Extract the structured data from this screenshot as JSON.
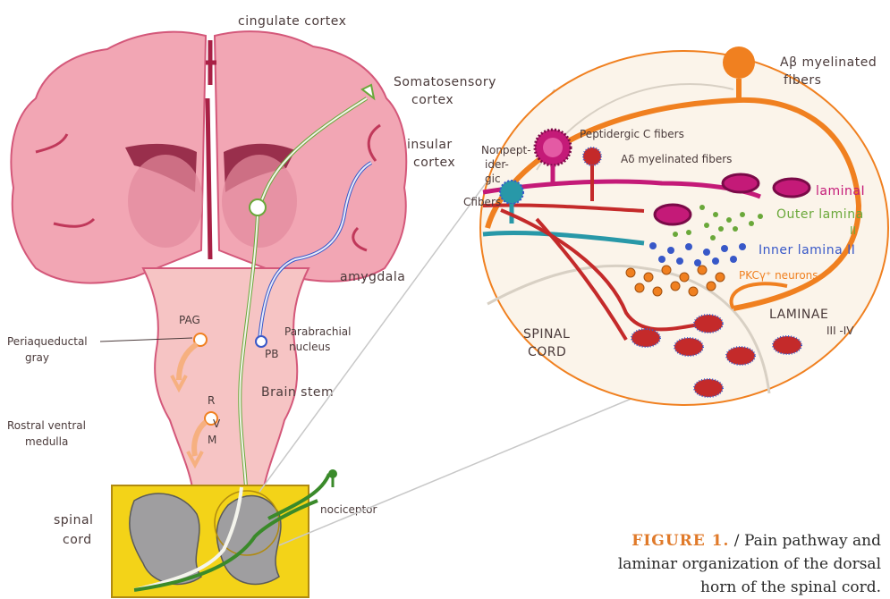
{
  "labels": {
    "cingulate_cortex": "cingulate  cortex",
    "somatosensory_1": "Somatosensory",
    "somatosensory_2": "cortex",
    "insular_1": "insular",
    "insular_2": "cortex",
    "amygdala": "amygdala",
    "pag_abbr": "PAG",
    "periaqueductal_1": "Periaqueductal",
    "periaqueductal_2": "gray",
    "parabrachial_1": "Parabrachial",
    "parabrachial_2": "nucleus",
    "pb_abbr": "PB",
    "brain_stem": "Brain stem",
    "r_label": "R",
    "v_label": "V",
    "m_label": "M",
    "rvm_1": "Rostral ventral",
    "rvm_2": "medulla",
    "spinal_1": "spinal",
    "spinal_2": "cord",
    "nociceptor": "nociceptor"
  },
  "inset": {
    "ab_fibers_1": "Aβ myelinated",
    "ab_fibers_2": "fibers",
    "peptidergic": "Peptidergic  C  fibers",
    "nonpept_1": "Nonpept-",
    "nonpept_2": "ider-",
    "nonpept_3": "gic",
    "ad_fibers": "Aδ  myelinated  fibers",
    "c_fibers": "Cfibers",
    "lamina_i": "laminaI",
    "outer_lamina_1": "Outer lamina",
    "outer_lamina_2": "II",
    "inner_lamina": "Inner lamina II",
    "pkc": "PKCγ⁺ neurons",
    "laminae_1": "LAMINAE",
    "laminae_2": "III -IV",
    "spinal_1": "SPINAL",
    "spinal_2": "CORD"
  },
  "caption": {
    "fig": "FIGURE 1.",
    "text": " / Pain pathway and laminar organization of the dorsal horn of the spinal cord."
  },
  "colors": {
    "brain": "#f2a6b4",
    "brainstem": "#f6c4c4",
    "outline": "#d4587a",
    "spinal_box": "#f3d318",
    "gray_matter": "#9f9ea0",
    "inset_bg": "#fbf4ea",
    "orange": "#f08020",
    "red": "#c42a2a",
    "magenta": "#c41a78",
    "blue": "#3858c8",
    "green": "#6aa83a",
    "teal": "#2898a8"
  }
}
